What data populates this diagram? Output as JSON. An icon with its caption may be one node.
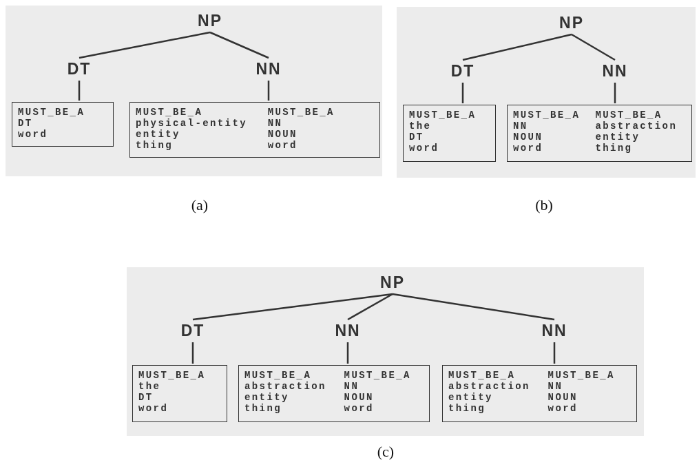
{
  "diagram": {
    "nodes": [
      {
        "text": [],
        "shape": "box",
        "beside": [
          "(a)"
        ]
      },
      {
        "text": [
          "NP"
        ],
        "in": 0
      },
      {
        "text": [
          "DT"
        ],
        "in": 0
      },
      {
        "text": [
          "NN"
        ],
        "in": 0
      },
      {
        "text": [
          "MUST_BE_A DT word"
        ],
        "in": 0
      },
      {
        "text": [
          "MUST_BE_A physical-entity entity thing",
          "MUST_BE_A NN NOUN word"
        ],
        "in": 0
      },
      {
        "text": [],
        "shape": "box",
        "beside": [
          "(b)"
        ]
      },
      {
        "text": [
          "NP"
        ],
        "in": 6
      },
      {
        "text": [
          "DT"
        ],
        "in": 6
      },
      {
        "text": [
          "NN"
        ],
        "in": 6
      },
      {
        "text": [
          "MUST_BE_A the DT word"
        ],
        "in": 6
      },
      {
        "text": [
          "MUST_BE_A NN NOUN word",
          "MUST_BE_A abstraction entity thing"
        ],
        "in": 6
      },
      {
        "text": [],
        "shape": "box",
        "beside": [
          "(c)"
        ]
      },
      {
        "text": [
          "NP"
        ],
        "in": 12
      },
      {
        "text": [
          "DT"
        ],
        "in": 12
      },
      {
        "text": [
          "NN"
        ],
        "in": 12
      },
      {
        "text": [
          "NN"
        ],
        "in": 12
      },
      {
        "text": [
          "MUST_BE_A the DT word"
        ],
        "in": 12
      },
      {
        "text": [
          "MUST_BE_A abstraction entity thing",
          "MUST_BE_A NN NOUN word"
        ],
        "in": 12
      },
      {
        "text": [
          "MUST_BE_A abstraction entity thing",
          "MUST_BE_A NN NOUN word"
        ],
        "in": 12
      }
    ],
    "edges": [
      {
        "from": 1,
        "to": 2,
        "arrow": "none"
      },
      {
        "from": 1,
        "to": 3,
        "arrow": "none"
      },
      {
        "from": 2,
        "to": 4,
        "arrow": "none"
      },
      {
        "from": 3,
        "to": 5,
        "arrow": "none"
      },
      {
        "from": 7,
        "to": 8,
        "arrow": "none"
      },
      {
        "from": 7,
        "to": 9,
        "arrow": "none"
      },
      {
        "from": 8,
        "to": 10,
        "arrow": "none"
      },
      {
        "from": 9,
        "to": 11,
        "arrow": "none"
      },
      {
        "from": 13,
        "to": 14,
        "arrow": "none"
      },
      {
        "from": 13,
        "to": 15,
        "arrow": "none"
      },
      {
        "from": 13,
        "to": 16,
        "arrow": "none"
      },
      {
        "from": 14,
        "to": 17,
        "arrow": "none"
      },
      {
        "from": 15,
        "to": 18,
        "arrow": "none"
      },
      {
        "from": 16,
        "to": 19,
        "arrow": "none"
      }
    ]
  }
}
